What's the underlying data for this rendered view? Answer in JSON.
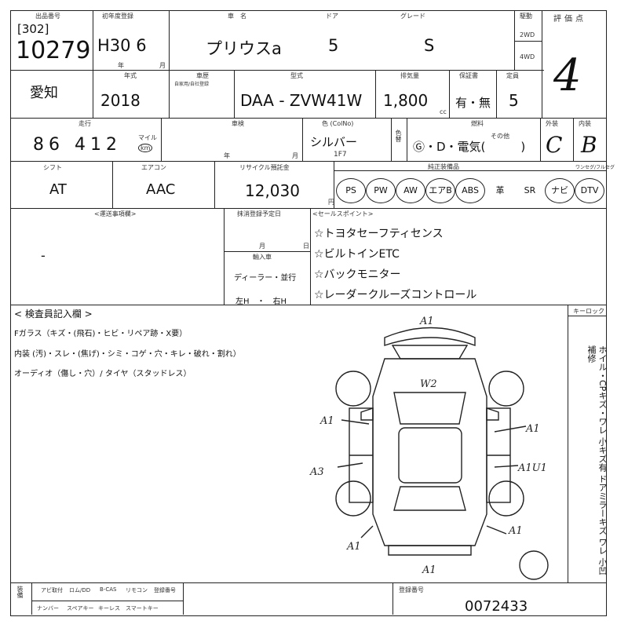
{
  "header": {
    "exhibit_label": "出品番号",
    "prefix": "[302]",
    "lot_no": "10279",
    "first_reg_label": "初年度登録",
    "first_reg": "H30 6",
    "year_unit": "年",
    "month_unit": "月",
    "name_label": "車　名",
    "car_name": "プリウスa",
    "door_label": "ドア",
    "doors": "5",
    "grade_label": "グレード",
    "grade": "S",
    "drive_label": "駆動",
    "drive_2wd": "2WD",
    "drive_4wd": "4WD",
    "score_label": "評価点",
    "score": "4"
  },
  "row2": {
    "region": "愛知",
    "model_year_label": "年式",
    "model_year": "2018",
    "history_label": "車歴",
    "history_sub": "自家用/自社登録",
    "type_label": "型式",
    "model_code": "DAA - ZVW41W",
    "cc_label": "排気量",
    "displacement": "1,800",
    "cc_unit": "cc",
    "warranty_label": "保証書",
    "warranty": "有・無",
    "capacity_label": "定員",
    "capacity": "5"
  },
  "row3": {
    "mileage_label": "走行",
    "mileage": "86 412",
    "mile_unit": "マイル",
    "km_unit": "km",
    "inspection_label": "車検",
    "inspection_year": "年",
    "inspection_month": "月",
    "color_label": "色 (ColNo)",
    "color": "シルバー",
    "color_no": "1F7",
    "color_change_label": "色替",
    "fuel_label": "燃料",
    "fuel_options": "Ⓖ・D・電気(　　　)",
    "fuel_other": "その他",
    "exterior_label": "外装",
    "exterior": "C",
    "interior_label": "内装",
    "interior": "B"
  },
  "row4": {
    "shift_label": "シフト",
    "shift": "AT",
    "ac_label": "エアコン",
    "ac": "AAC",
    "recycle_label": "リサイクル預託金",
    "recycle_fee": "12,030",
    "yen": "円",
    "equip_label": "純正装備品",
    "equipment": [
      "PS",
      "PW",
      "AW",
      "エアB",
      "ABS",
      "革",
      "SR",
      "ナビ",
      "DTV"
    ],
    "equip_circled": [
      true,
      true,
      true,
      true,
      true,
      false,
      false,
      true,
      true
    ],
    "tv_label": "ワンセグ/フルセグ"
  },
  "notes": {
    "transfer_label": "<運送事項欄>",
    "transfer": "-",
    "deregister_label": "抹消登録予定日",
    "month": "月",
    "day": "日",
    "import_label": "輸入車",
    "import_type": "ディーラー・並行",
    "handle": "左H　・　右H",
    "sales_label": "<セールスポイント>",
    "sales_points": [
      "☆トヨタセーフティセンス",
      "☆ビルトインETC",
      "☆バックモニター",
      "☆レーダークルーズコントロール"
    ]
  },
  "inspector": {
    "label": "< 検査員記入欄 >",
    "lines": [
      "Fガラス（キズ・(飛石)・ヒビ・リペア跡・X要）",
      "内装 (汚)・スレ・(焦げ)・シミ・コゲ・穴・キレ・破れ・割れ）",
      "オーディオ（傷し・穴）/ タイヤ（スタッドレス）"
    ],
    "side_note": "ホイル・CPキズ・ワレ 小キズ有 ドアミラーキズ ワレ 小凹 補修",
    "keyless_label": "キーロック"
  },
  "diagram": {
    "marks": [
      "A1",
      "W2",
      "A1",
      "A1",
      "A3",
      "A1U1",
      "A1",
      "A1",
      "A1"
    ]
  },
  "footer": {
    "labels": [
      "装備",
      "アビ取付",
      "ロム/DD",
      "B-CAS",
      "リモコン",
      "登録番号"
    ],
    "labels2": [
      "ナンバー",
      "スペアキー",
      "キーレス",
      "スマートキー"
    ],
    "cert_label": "登録番号",
    "cert_no": "0072433"
  }
}
